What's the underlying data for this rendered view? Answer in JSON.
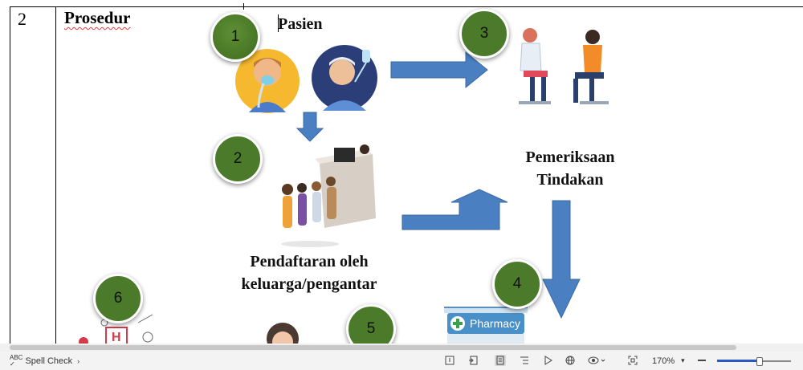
{
  "document": {
    "row_number": "2",
    "heading": "Prosedur",
    "flow": {
      "patient_label": "Pasien",
      "registration_label_line1": "Pendaftaran oleh",
      "registration_label_line2": "keluarga/pengantar",
      "examination_label_line1": "Pemeriksaan",
      "examination_label_line2": "Tindakan",
      "pharmacy_sign": "Pharmacy",
      "steps": [
        "1",
        "2",
        "3",
        "4",
        "5",
        "6"
      ]
    },
    "colors": {
      "arrow_fill": "#4a7fc1",
      "badge_green": "#4a7a2a",
      "spellcheck_underline": "#e23b3b"
    }
  },
  "statusbar": {
    "spell_check_label": "Spell Check",
    "zoom_label": "170%",
    "zoom_level_fraction": 0.56,
    "icons": [
      "focus-icon",
      "immersive-reader-icon",
      "print-layout-icon",
      "outline-icon",
      "present-icon",
      "web-layout-icon",
      "view-eye-icon",
      "fit-page-icon",
      "zoom-dropdown-icon",
      "zoom-out-icon"
    ]
  }
}
